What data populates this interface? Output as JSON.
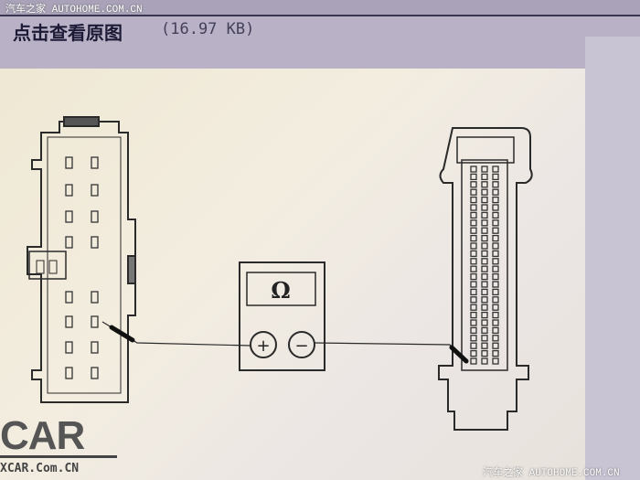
{
  "watermark": {
    "cn": "汽车之家",
    "domain": "AUTOHOME.COM.CN"
  },
  "header": {
    "title": "点击查看原图",
    "size": "(16.97 KB)"
  },
  "meter": {
    "symbol": "Ω",
    "plus": "+",
    "minus": "−"
  },
  "logo": {
    "name": "CAR",
    "url": "XCAR.Com.CN"
  }
}
